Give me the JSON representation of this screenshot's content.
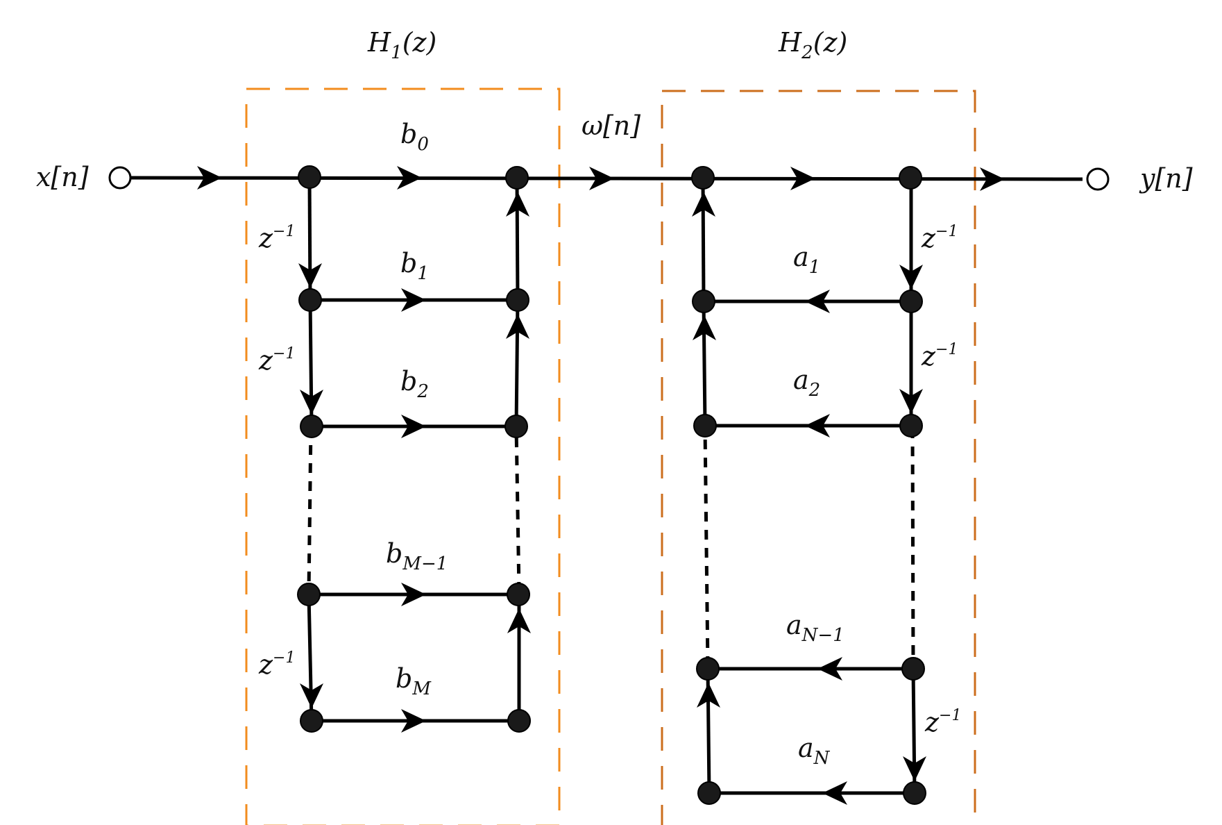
{
  "colors": {
    "box1": "#F28C1E",
    "box2": "#CC6E1C",
    "wire": "#000000",
    "node": "#1a1a1a"
  },
  "blocks": {
    "h1": {
      "name": "H",
      "sub": "1",
      "arg": "(z)"
    },
    "h2": {
      "name": "H",
      "sub": "2",
      "arg": "(z)"
    }
  },
  "signals": {
    "input": "x[n]",
    "intermediate": "ω[n]",
    "output": "y[n]"
  },
  "delay": {
    "base": "z",
    "exp": "−1"
  },
  "feedforward": [
    {
      "sym": "b",
      "sub": "0"
    },
    {
      "sym": "b",
      "sub": "1"
    },
    {
      "sym": "b",
      "sub": "2"
    },
    {
      "sym": "b",
      "sub": "M−1"
    },
    {
      "sym": "b",
      "sub": "M"
    }
  ],
  "feedback": [
    {
      "sym": "a",
      "sub": "1"
    },
    {
      "sym": "a",
      "sub": "2"
    },
    {
      "sym": "a",
      "sub": "N−1"
    },
    {
      "sym": "a",
      "sub": "N"
    }
  ]
}
